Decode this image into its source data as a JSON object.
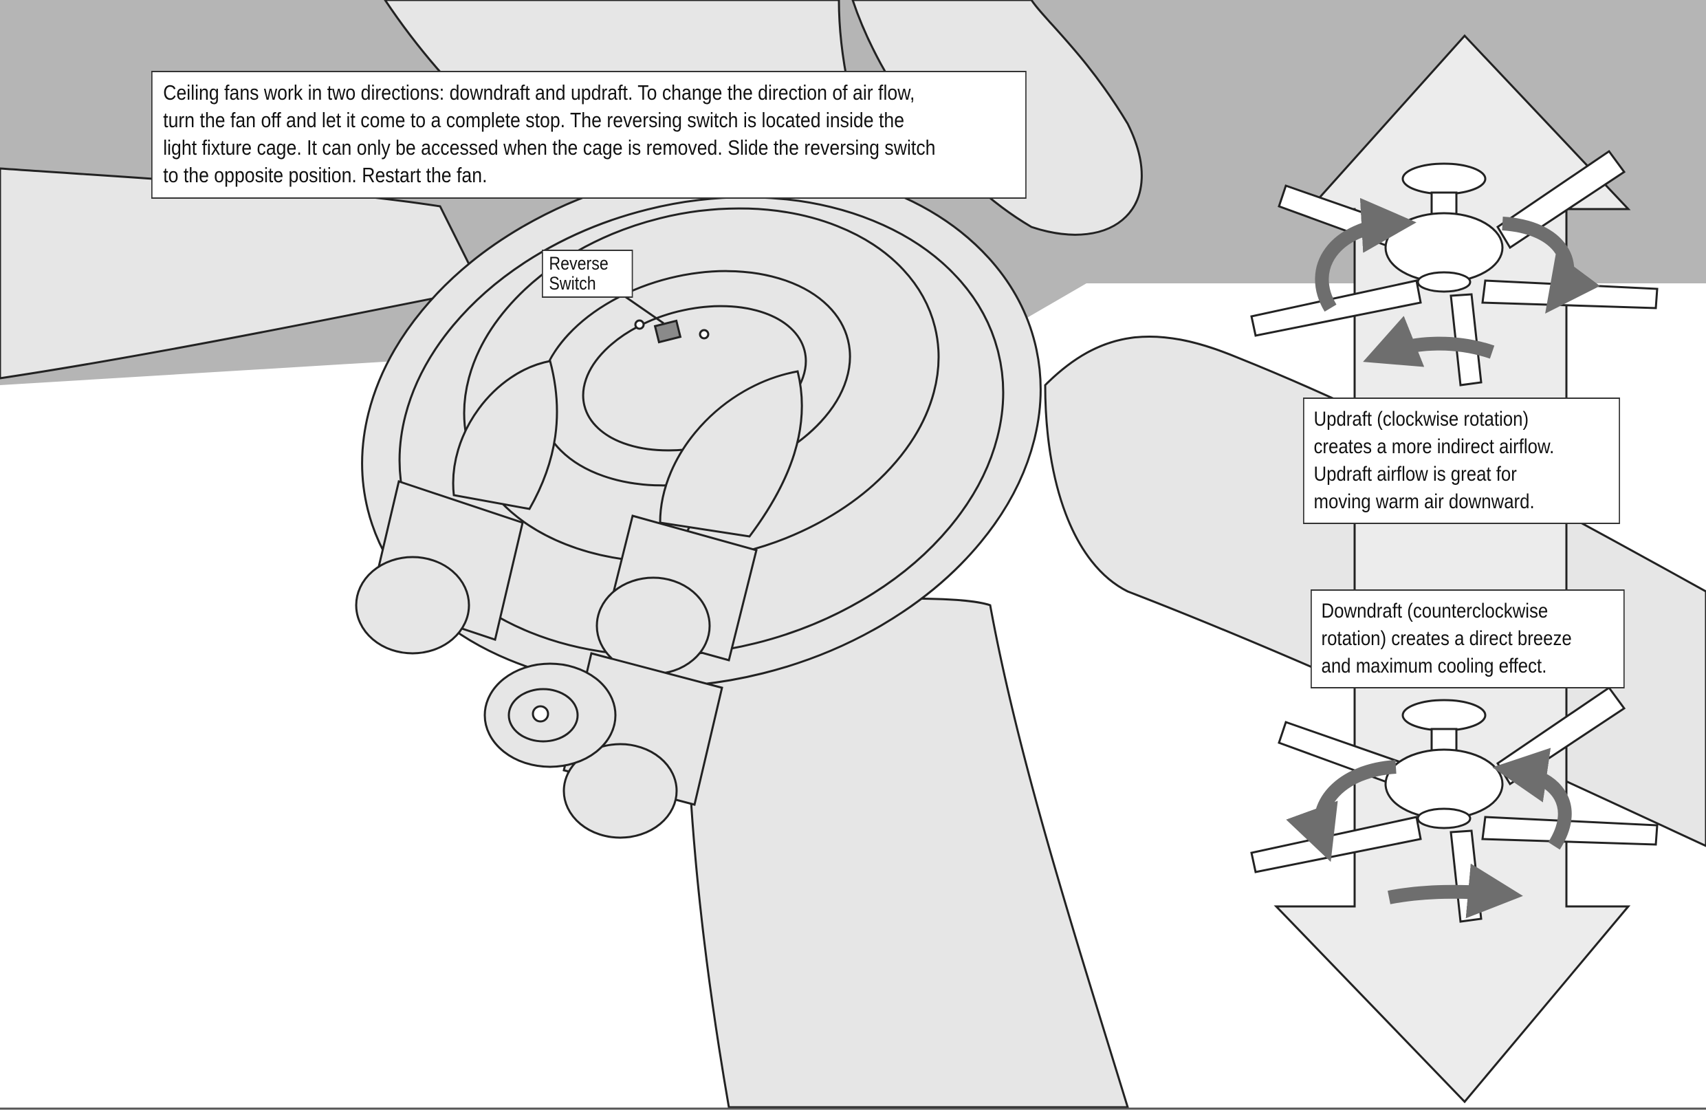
{
  "instructions": {
    "main_text": "Ceiling fans work in two directions: downdraft and updraft. To change the direction of air flow,\nturn the fan off and let it come to a complete stop. The reversing switch is located inside the\nlight fixture cage. It can only be accessed when the cage is removed. Slide the reversing switch\nto the opposite position. Restart the fan."
  },
  "labels": {
    "reverse_switch": "Reverse\nSwitch"
  },
  "modes": {
    "updraft": "Updraft (clockwise rotation)\ncreates a more indirect airflow.\nUpdraft airflow is great for\nmoving warm air downward.",
    "downdraft": "Downdraft (counterclockwise\nrotation) creates a direct breeze\nand maximum cooling effect."
  },
  "colors": {
    "ceiling": "#b5b5b5",
    "fan_body": "#e6e6e6",
    "outline": "#222222",
    "arrow_fill": "#ececec",
    "rotation_arrow": "#6e6e6e"
  }
}
